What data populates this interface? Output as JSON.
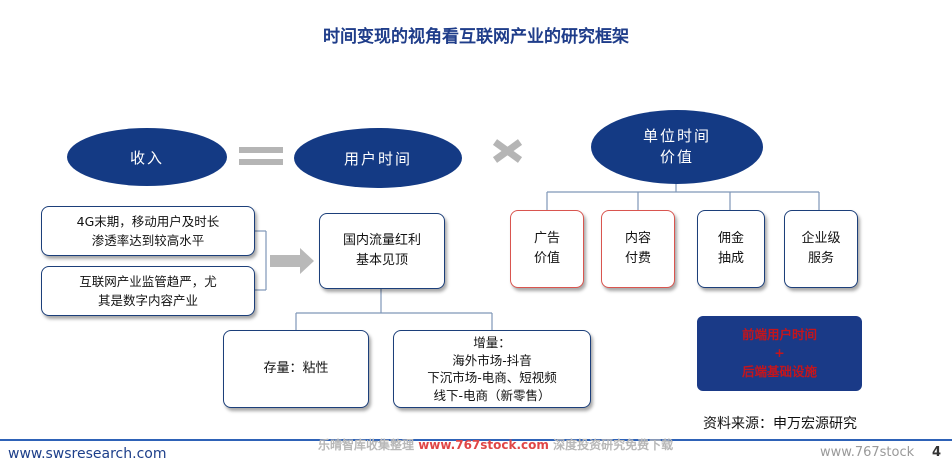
{
  "title": "时间变现的视角看互联网产业的研究框架",
  "nodes": {
    "revenue": "收入",
    "user_time": "用户时间",
    "unit_time_value": "单位时间\n价值",
    "drivers_4g": "4G末期，移动用户及时长\n渗透率达到较高水平",
    "drivers_regulation": "互联网产业监管趋严，尤\n其是数字内容产业",
    "traffic_dividend": "国内流量红利\n基本见顶",
    "stock": "存量：粘性",
    "increment": "增量：\n海外市场-抖音\n下沉市场-电商、短视频\n线下-电商（新零售）",
    "ad_value": "广告\n价值",
    "content_pay": "内容\n付费",
    "commission": "佣金\n抽成",
    "enterprise_service": "企业级\n服务",
    "front_back": "前端用户时间\n+\n后端基础设施"
  },
  "operators": {
    "equals": "=",
    "times": "×"
  },
  "source": "资料来源：申万宏源研究",
  "footer": {
    "website": "www.swsresearch.com",
    "watermark_prefix": "乐晴智库收集整理 ",
    "watermark_url": "www.767stock.com",
    "watermark_suffix": " 深度投资研究免费下载",
    "watermark_right": "www.767stock",
    "page": "4"
  },
  "colors": {
    "navy": "#143a84",
    "red_border": "#d9554f",
    "red_text": "#c4151c",
    "title": "#1f3d8a"
  }
}
